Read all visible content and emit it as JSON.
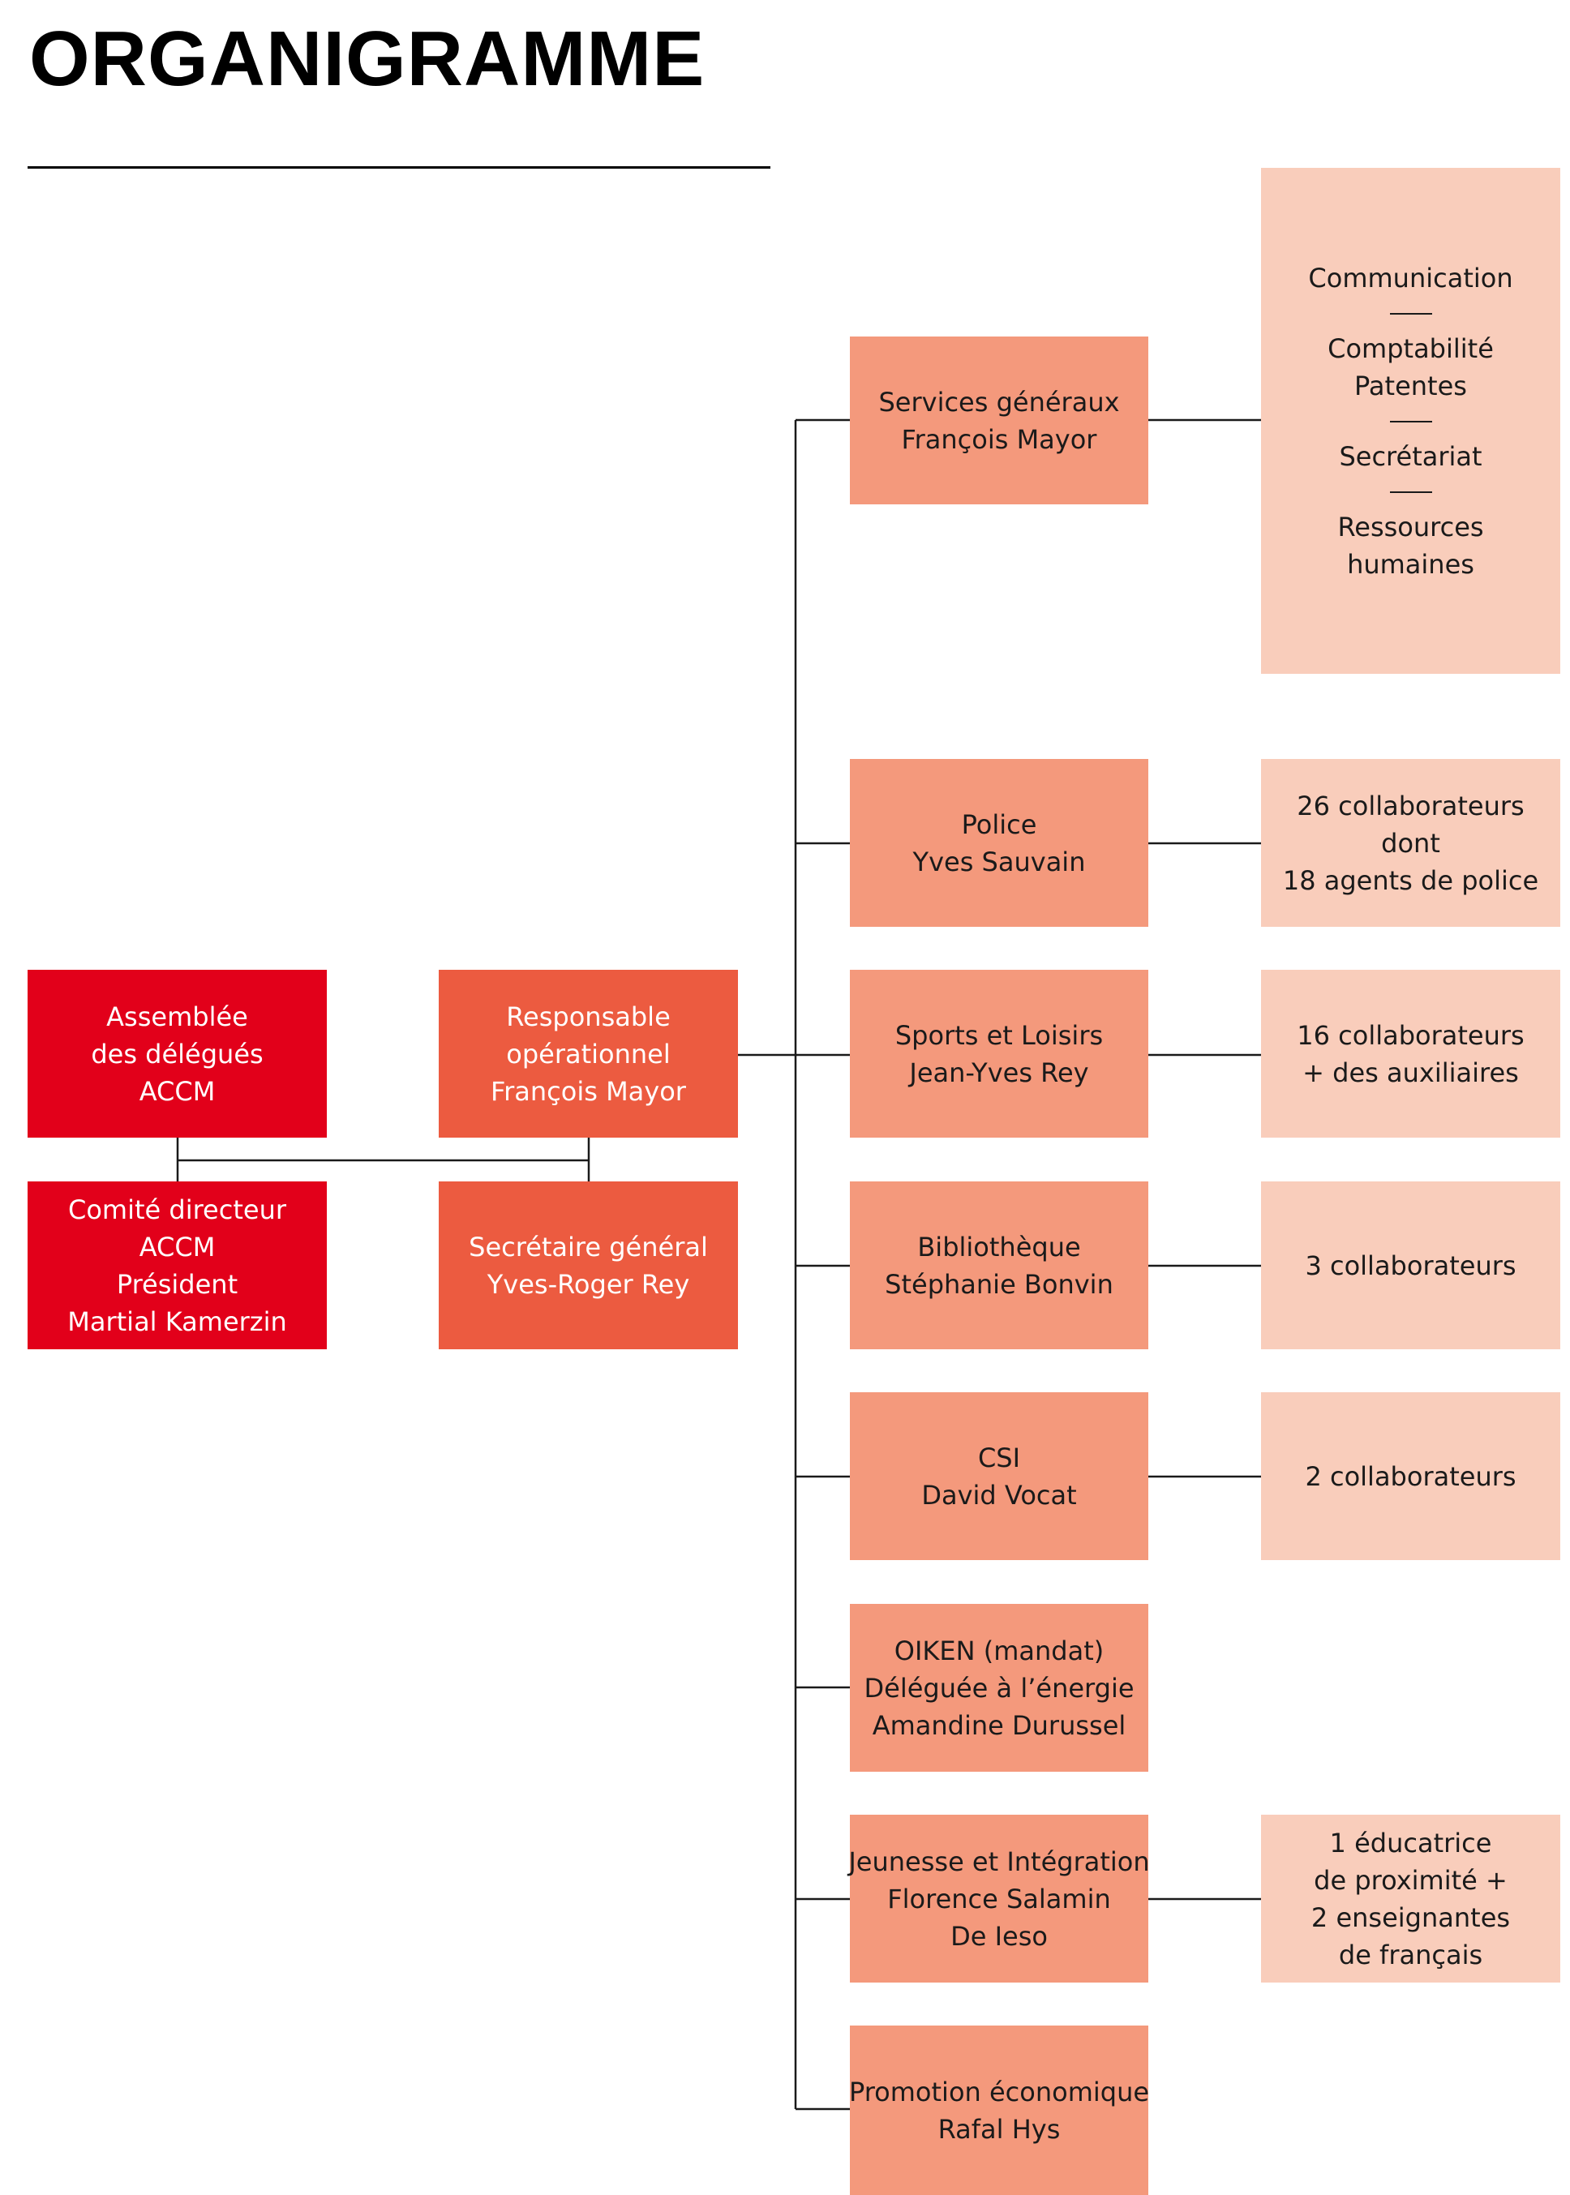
{
  "title": "ORGANIGRAMME",
  "left": {
    "assembly": [
      "Assemblée",
      "des délégués",
      "ACCM"
    ],
    "committee": [
      "Comité directeur",
      "ACCM",
      "Président",
      "Martial Kamerzin"
    ],
    "manager": [
      "Responsable",
      "opérationnel",
      "François Mayor"
    ],
    "secretary": [
      "Secrétaire général",
      "Yves-Roger Rey"
    ]
  },
  "general_services": {
    "box": [
      "Services généraux",
      "François Mayor"
    ],
    "details": {
      "communication": "Communication",
      "accounting": [
        "Comptabilité",
        "Patentes"
      ],
      "secretariat": "Secrétariat",
      "hr": [
        "Ressources",
        "humaines"
      ]
    }
  },
  "departments": [
    {
      "box": [
        "Police",
        "Yves Sauvain"
      ],
      "staff": [
        "26 collaborateurs",
        "dont",
        "18 agents de police"
      ]
    },
    {
      "box": [
        "Sports et Loisirs",
        "Jean-Yves Rey"
      ],
      "staff": [
        "16 collaborateurs",
        "+ des auxiliaires"
      ]
    },
    {
      "box": [
        "Bibliothèque",
        "Stéphanie Bonvin"
      ],
      "staff": [
        "3 collaborateurs"
      ]
    },
    {
      "box": [
        "CSI",
        "David Vocat"
      ],
      "staff": [
        "2 collaborateurs"
      ]
    },
    {
      "box": [
        "OIKEN (mandat)",
        "Déléguée à l’énergie",
        "Amandine Durussel"
      ],
      "staff": []
    },
    {
      "box": [
        "Jeunesse et Intégration",
        "Florence Salamin",
        "De Ieso"
      ],
      "staff": [
        "1 éducatrice",
        "de proximité +",
        "2 enseignantes",
        "de français"
      ]
    },
    {
      "box": [
        "Promotion économique",
        "Rafal Hys"
      ],
      "staff": []
    }
  ],
  "colors": {
    "governance": "#e2001a",
    "management": "#ec5b40",
    "department": "#f4997c",
    "staff": "#f9cdbb",
    "line": "#1a1a1a"
  }
}
